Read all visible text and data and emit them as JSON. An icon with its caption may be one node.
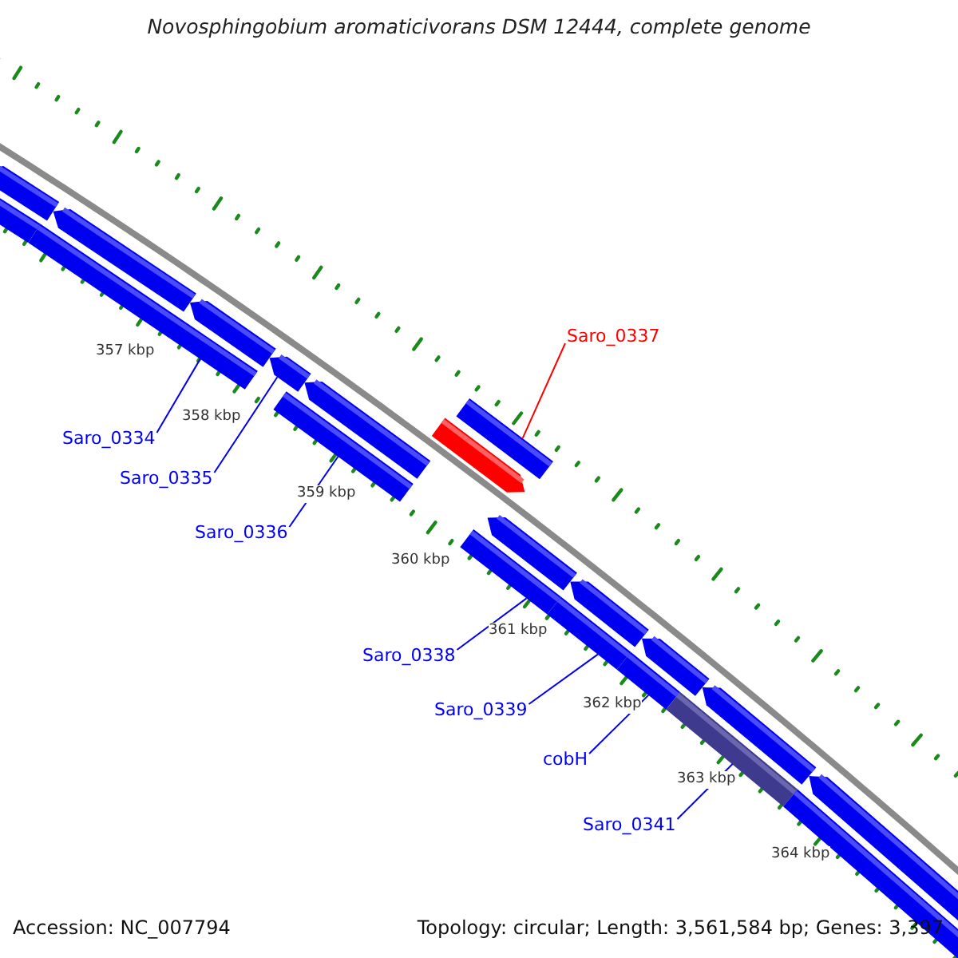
{
  "diagram": {
    "title": "Novosphingobium aromaticivorans DSM 12444, complete genome",
    "nodes": [
      {
        "text": [
          "Saro_0337"
        ]
      },
      {
        "text": [
          "Saro_0334"
        ]
      },
      {
        "text": [
          "Saro_0335"
        ]
      },
      {
        "text": [
          "Saro_0336"
        ]
      },
      {
        "text": [
          "Saro_0338"
        ]
      },
      {
        "text": [
          "Saro_0339"
        ]
      },
      {
        "text": [
          "cobH"
        ]
      },
      {
        "text": [
          "Saro_0341"
        ]
      },
      {
        "text": [],
        "shape": "bar"
      },
      {
        "text": [],
        "shape": "bar"
      },
      {
        "text": [],
        "shape": "bar"
      },
      {
        "text": [],
        "shape": "bar"
      },
      {
        "text": [],
        "shape": "bar"
      },
      {
        "text": [],
        "shape": "bar"
      },
      {
        "text": [],
        "shape": "bar"
      },
      {
        "text": [],
        "shape": "bar"
      },
      {
        "text": [],
        "shape": "bar"
      },
      {
        "text": [],
        "shape": "bar"
      },
      {
        "text": [],
        "shape": "bar"
      },
      {
        "text": [],
        "shape": "bar"
      },
      {
        "text": [],
        "shape": "bar"
      },
      {
        "text": [],
        "shape": "bar"
      },
      {
        "text": [],
        "shape": "bar"
      },
      {
        "text": [],
        "shape": "bar"
      },
      {
        "text": [],
        "shape": "bar"
      },
      {
        "text": [],
        "shape": "bar"
      },
      {
        "text": [],
        "shape": "bar"
      },
      {
        "text": [],
        "shape": "bar"
      }
    ],
    "edges": [
      {
        "from": 0,
        "to": 17,
        "arrow": "none",
        "color": "#ff0000"
      },
      {
        "from": 1,
        "to": 10,
        "arrow": "none"
      },
      {
        "from": 2,
        "to": 13,
        "arrow": "none"
      },
      {
        "from": 3,
        "to": 14,
        "arrow": "none"
      },
      {
        "from": 4,
        "to": 18,
        "arrow": "none"
      },
      {
        "from": 5,
        "to": 21,
        "arrow": "none"
      },
      {
        "from": 6,
        "to": 23,
        "arrow": "none"
      },
      {
        "from": 7,
        "to": 24,
        "arrow": "none"
      }
    ],
    "labels": [
      "357 kbp",
      "358 kbp",
      "359 kbp",
      "360 kbp",
      "361 kbp",
      "362 kbp",
      "363 kbp",
      "364 kbp",
      "Accession: NC_007794",
      "Topology: circular; Length: 3,561,584 bp; Genes: 3,397"
    ]
  }
}
